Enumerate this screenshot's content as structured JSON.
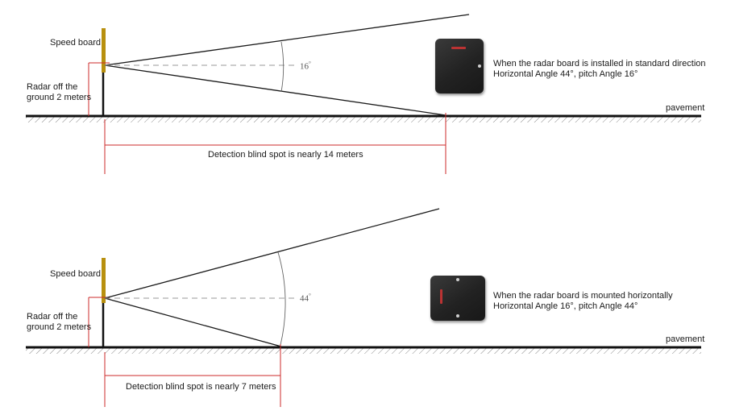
{
  "panel_top": {
    "speed_board_label": "Speed board",
    "radar_height_label_line1": "Radar off the",
    "radar_height_label_line2": "ground 2 meters",
    "angle_value": "16",
    "angle_unit": "°",
    "note_line1": "When the radar board is installed in standard direction",
    "note_line2": "Horizontal Angle 44°, pitch Angle 16°",
    "pavement_label": "pavement",
    "blind_spot_label": "Detection blind spot is nearly 14 meters"
  },
  "panel_bottom": {
    "speed_board_label": "Speed board",
    "radar_height_label_line1": "Radar off the",
    "radar_height_label_line2": "ground 2 meters",
    "angle_value": "44",
    "angle_unit": "°",
    "note_line1": "When the radar board is mounted horizontally",
    "note_line2": "Horizontal Angle 16°, pitch Angle 44°",
    "pavement_label": "pavement",
    "blind_spot_label": "Detection blind spot is nearly 7 meters"
  },
  "colors": {
    "dimension_line": "#cc2b2b",
    "beam_line": "#1a1a1a",
    "board": "#b8900f",
    "device": "#2a2a2a"
  }
}
